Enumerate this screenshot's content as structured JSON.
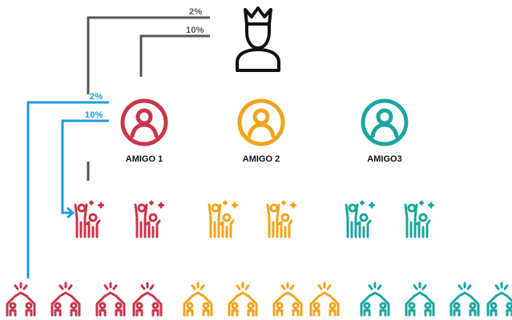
{
  "colors": {
    "line_gray": "#555555",
    "line_blue": "#1a9cd8",
    "red": "#c9344a",
    "orange": "#f2a31c",
    "teal": "#1aa5a0"
  },
  "percentages": {
    "top_two": "2%",
    "top_ten": "10%",
    "mid_two": "2%",
    "mid_ten": "10%"
  },
  "king": {
    "icon": "king-crown-icon"
  },
  "friends": [
    {
      "label": "AMIGO 1",
      "color": "red",
      "icon": "user-circle-icon"
    },
    {
      "label": "AMIGO 2",
      "color": "orange",
      "icon": "user-circle-icon"
    },
    {
      "label": "AMIGO3",
      "color": "teal",
      "icon": "user-circle-icon"
    }
  ],
  "level2_groups": [
    {
      "color": "red",
      "icon": "celebrating-group-icon"
    },
    {
      "color": "red",
      "icon": "celebrating-group-icon"
    },
    {
      "color": "orange",
      "icon": "celebrating-group-icon"
    },
    {
      "color": "orange",
      "icon": "celebrating-group-icon"
    },
    {
      "color": "teal",
      "icon": "celebrating-group-icon"
    },
    {
      "color": "teal",
      "icon": "celebrating-group-icon"
    }
  ],
  "level3_groups": [
    {
      "color": "red",
      "icon": "high-five-icon"
    },
    {
      "color": "red",
      "icon": "high-five-icon"
    },
    {
      "color": "red",
      "icon": "high-five-icon"
    },
    {
      "color": "red",
      "icon": "high-five-icon"
    },
    {
      "color": "orange",
      "icon": "high-five-icon"
    },
    {
      "color": "orange",
      "icon": "high-five-icon"
    },
    {
      "color": "orange",
      "icon": "high-five-icon"
    },
    {
      "color": "orange",
      "icon": "high-five-icon"
    },
    {
      "color": "teal",
      "icon": "high-five-icon"
    },
    {
      "color": "teal",
      "icon": "high-five-icon"
    },
    {
      "color": "teal",
      "icon": "high-five-icon"
    },
    {
      "color": "teal",
      "icon": "high-five-icon"
    }
  ]
}
